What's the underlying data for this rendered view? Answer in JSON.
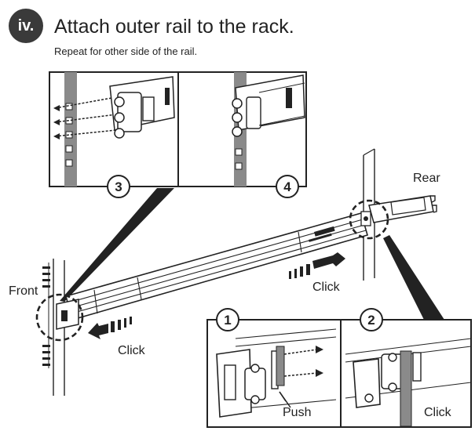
{
  "header": {
    "step": "iv.",
    "title": "Attach outer rail to the rack.",
    "subtitle": "Repeat for other side of the rail."
  },
  "callouts": {
    "n1": "1",
    "n2": "2",
    "n3": "3",
    "n4": "4"
  },
  "labels": {
    "rear": "Rear",
    "front": "Front",
    "click_rear": "Click",
    "click_front": "Click",
    "push": "Push",
    "click_inset": "Click"
  },
  "colors": {
    "ink": "#222222",
    "post": "#8a8a8a",
    "badge": "#3a3a3a"
  }
}
